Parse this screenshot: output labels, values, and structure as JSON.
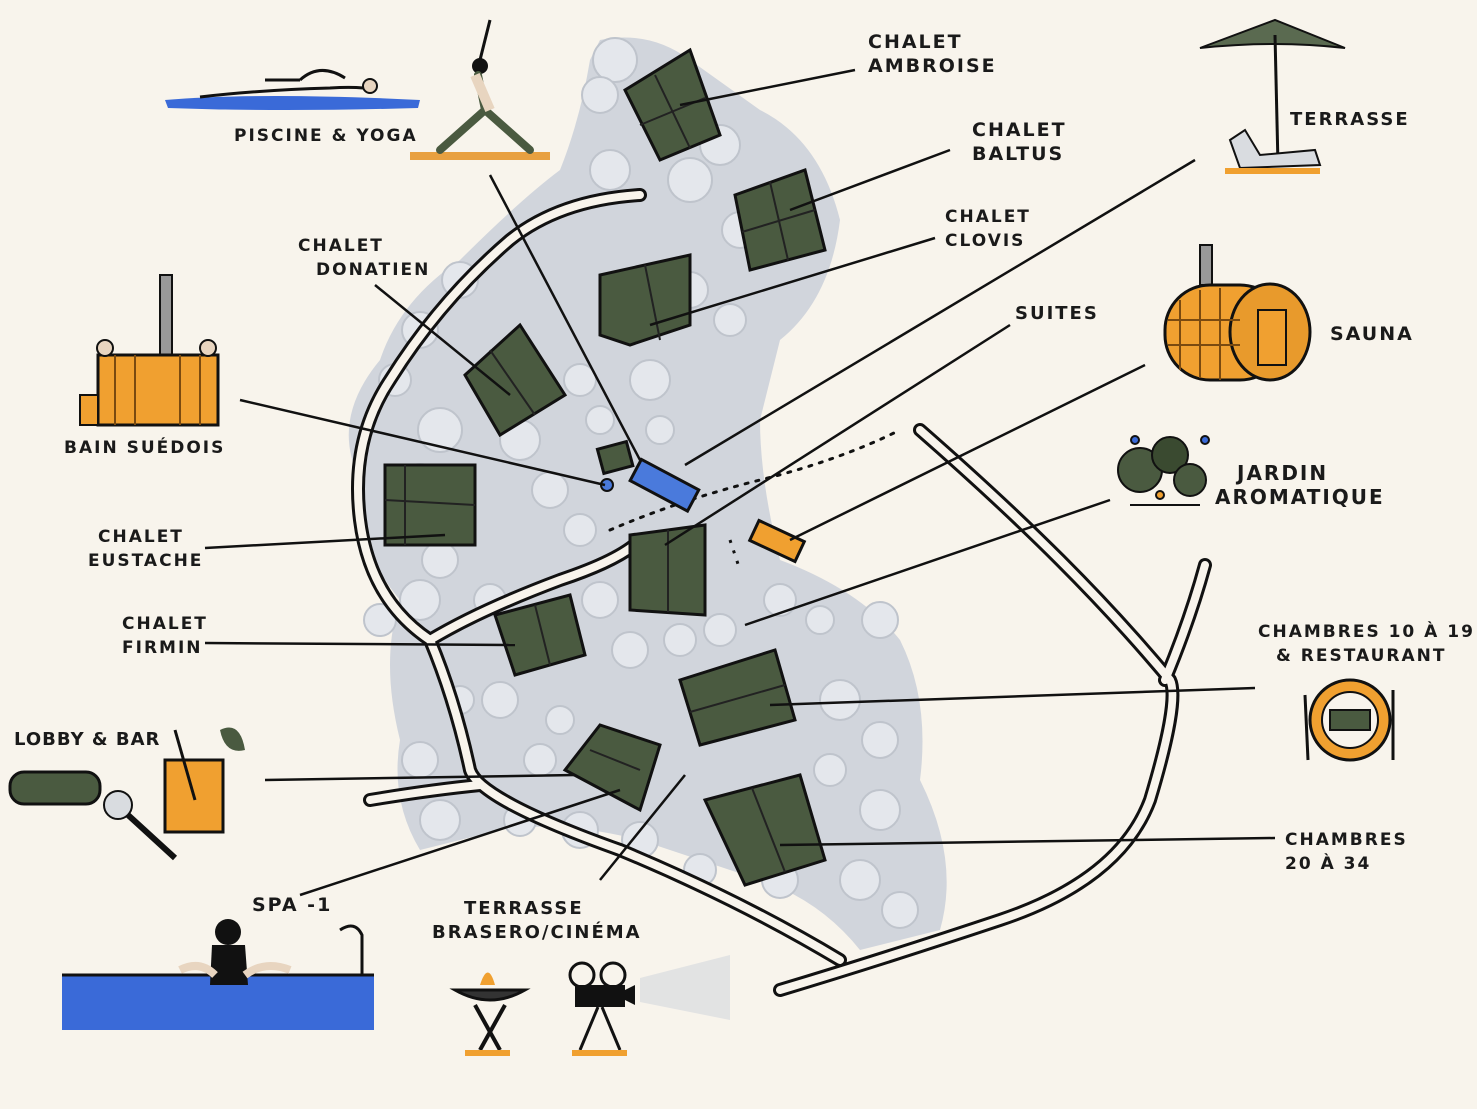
{
  "labels": {
    "chalet_ambroise": [
      "CHALET",
      "AMBROISE"
    ],
    "chalet_baltus": [
      "CHALET",
      "BALTUS"
    ],
    "chalet_clovis": [
      "CHALET",
      "CLOVIS"
    ],
    "chalet_donatien": [
      "CHALET",
      "DONATIEN"
    ],
    "chalet_eustache": [
      "CHALET",
      "EUSTACHE"
    ],
    "chalet_firmin": [
      "CHALET",
      "FIRMIN"
    ],
    "piscine_yoga": "PISCINE & YOGA",
    "terrasse": "TERRASSE",
    "suites": "SUITES",
    "sauna": "SAUNA",
    "bain_suedois": "BAIN SUÉDOIS",
    "jardin_aromatique": [
      "JARDIN",
      "AROMATIQUE"
    ],
    "chambres_10_19": [
      "CHAMBRES 10 À 19",
      "& RESTAURANT"
    ],
    "chambres_20_34": [
      "CHAMBRES",
      "20 À 34"
    ],
    "lobby_bar": "LOBBY & BAR",
    "spa": "SPA -1",
    "terrasse_brasero": [
      "TERRASSE",
      "BRASERO/CINÉMA"
    ]
  },
  "icons": [
    "swimmer-icon",
    "yoga-icon",
    "parasol-lounger-icon",
    "sauna-barrel-icon",
    "hot-tub-icon",
    "herb-garden-icon",
    "plate-cutlery-icon",
    "cocktail-key-icon",
    "spa-pool-icon",
    "brasero-icon",
    "film-projector-icon"
  ],
  "colors": {
    "background": "#f8f4ec",
    "building": "#4a5a40",
    "trees": "#c9cdd6",
    "ink": "#111111",
    "suites_blue": "#4a7adc",
    "sauna_orange": "#f0a030",
    "water_blue": "#3a6ad8"
  }
}
